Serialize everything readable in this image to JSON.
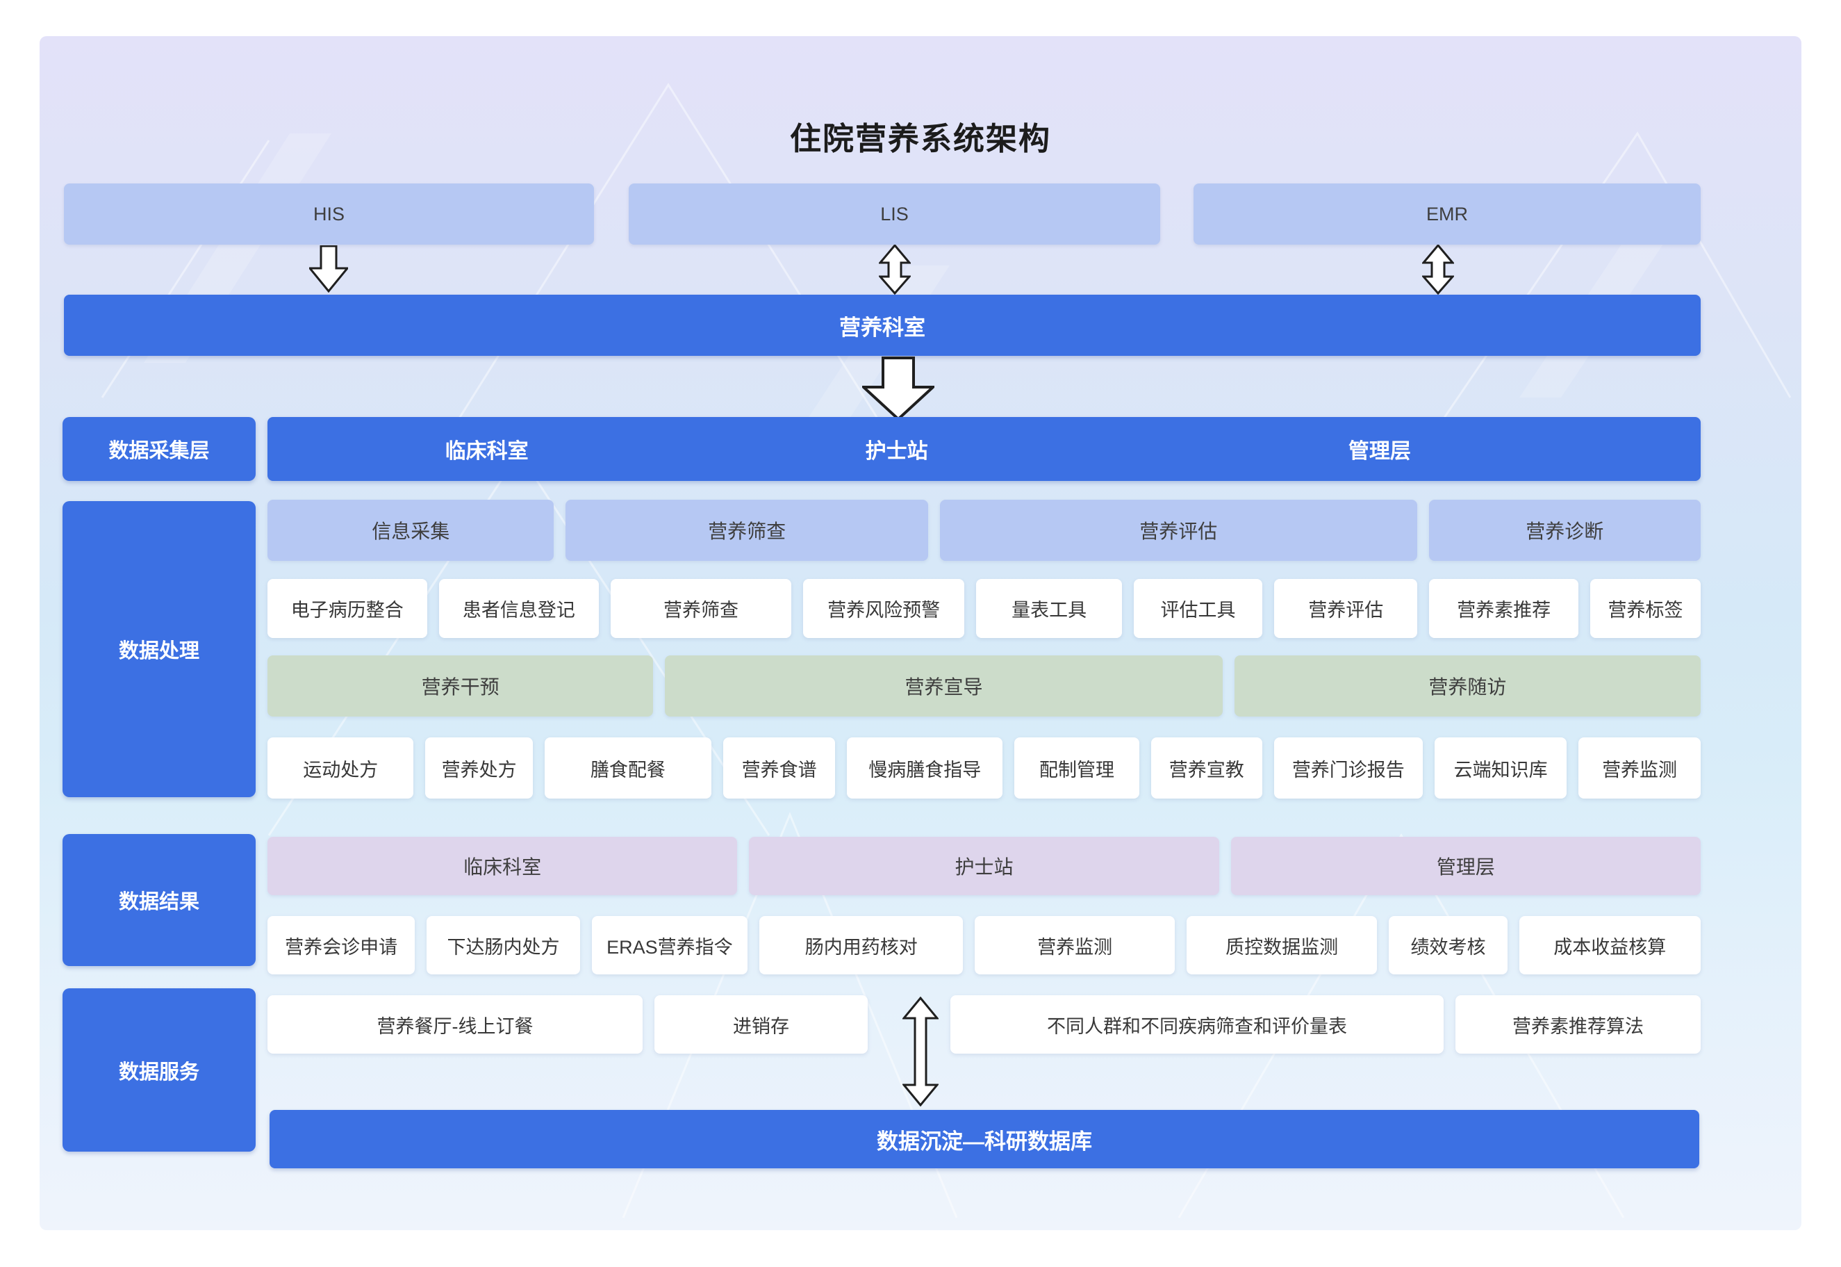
{
  "colors": {
    "primary_blue": "#3c70e3",
    "periwinkle": "#b6c8f3",
    "green": "#ccdcca",
    "purple": "#ded5ec",
    "text_dark": "#3a3a3a",
    "title_color": "#1c1c1c"
  },
  "title": "住院营养系统架构",
  "top_systems": [
    {
      "label": "HIS"
    },
    {
      "label": "LIS"
    },
    {
      "label": "EMR"
    }
  ],
  "dept_bar": {
    "label": "营养科室"
  },
  "collection": {
    "side_label": "数据采集层",
    "labels": [
      "临床科室",
      "护士站",
      "管理层"
    ]
  },
  "processing": {
    "side_label": "数据处理",
    "headers": [
      "信息采集",
      "营养筛查",
      "营养评估",
      "营养诊断"
    ],
    "row1": [
      "电子病历整合",
      "患者信息登记",
      "营养筛查",
      "营养风险预警",
      "量表工具",
      "评估工具",
      "营养评估",
      "营养素推荐",
      "营养标签"
    ],
    "green_headers": [
      "营养干预",
      "营养宣导",
      "营养随访"
    ],
    "row2": [
      "运动处方",
      "营养处方",
      "膳食配餐",
      "营养食谱",
      "慢病膳食指导",
      "配制管理",
      "营养宣教",
      "营养门诊报告",
      "云端知识库",
      "营养监测"
    ]
  },
  "results": {
    "side_label": "数据结果",
    "headers": [
      "临床科室",
      "护士站",
      "管理层"
    ],
    "row": [
      "营养会诊申请",
      "下达肠内处方",
      "ERAS营养指令",
      "肠内用药核对",
      "营养监测",
      "质控数据监测",
      "绩效考核",
      "成本收益核算"
    ]
  },
  "services": {
    "side_label": "数据服务",
    "row": [
      "营养餐厅-线上订餐",
      "进销存",
      "不同人群和不同疾病筛查和评价量表",
      "营养素推荐算法"
    ],
    "bottom_bar": "数据沉淀—科研数据库"
  }
}
